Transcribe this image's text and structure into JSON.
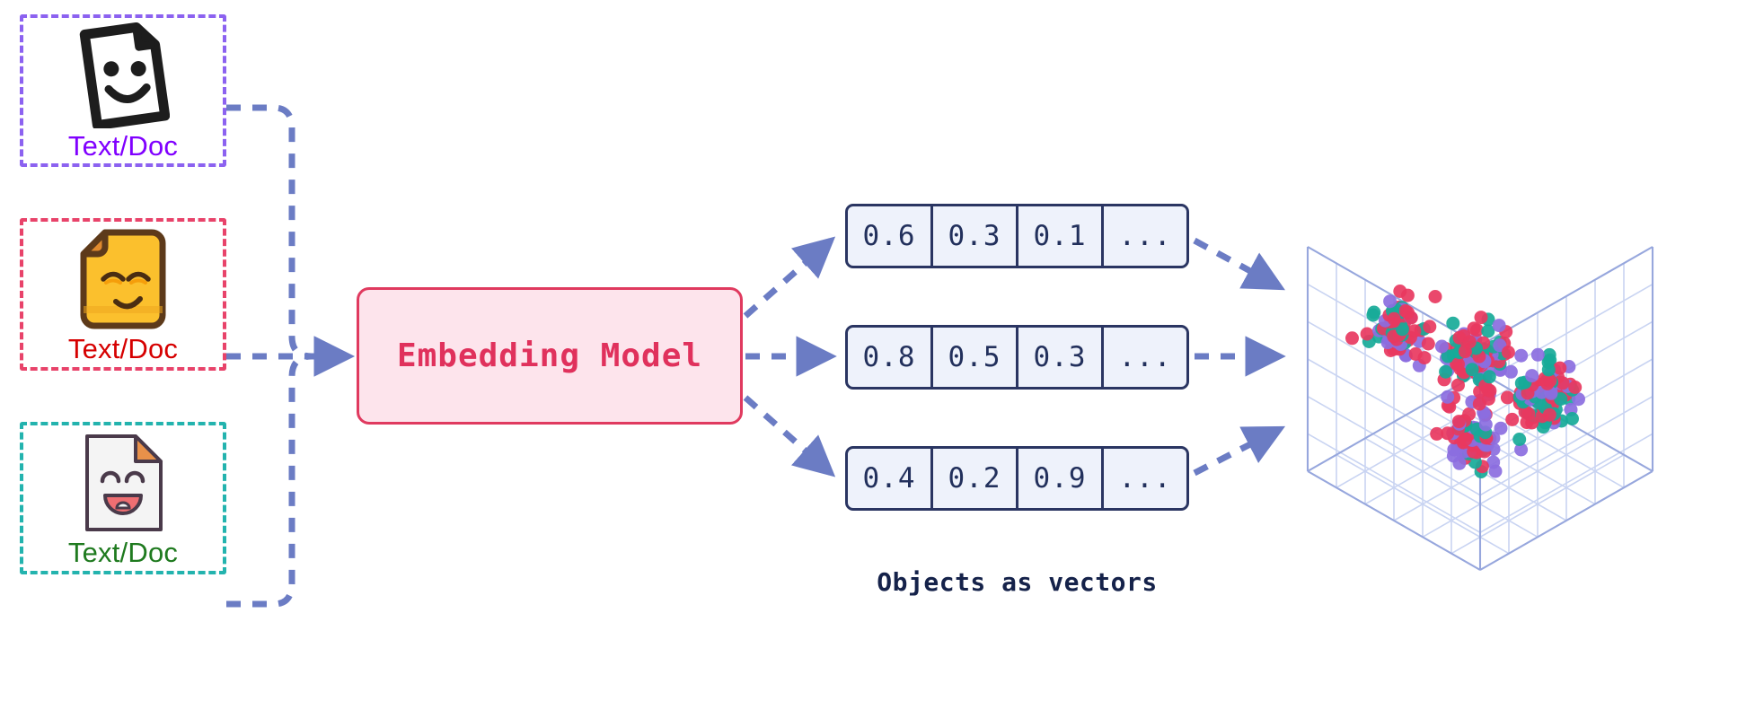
{
  "sources": {
    "items": [
      {
        "label": "Text/Doc",
        "icon": "smiley-document-icon",
        "border_color": "#8c62f0",
        "label_color": "#8000ff"
      },
      {
        "label": "Text/Doc",
        "icon": "smirking-document-icon",
        "border_color": "#e8436a",
        "label_color": "#d60000"
      },
      {
        "label": "Text/Doc",
        "icon": "laughing-document-icon",
        "border_color": "#23b3ae",
        "label_color": "#1f7a1f"
      }
    ]
  },
  "model": {
    "label": "Embedding Model",
    "fill_color": "#fde4ec",
    "border_color": "#e03a5f",
    "text_color": "#e0315c"
  },
  "vectors": {
    "caption": "Objects as vectors",
    "ellipsis": "...",
    "fill_color": "#eef2fb",
    "border_color": "#2a3562",
    "text_color": "#22305c",
    "rows": [
      {
        "cells": [
          "0.6",
          "0.3",
          "0.1",
          "..."
        ]
      },
      {
        "cells": [
          "0.8",
          "0.5",
          "0.3",
          "..."
        ]
      },
      {
        "cells": [
          "0.4",
          "0.2",
          "0.9",
          "..."
        ]
      }
    ]
  },
  "connectors": {
    "color": "#6b7cc4",
    "style": "dashed",
    "description": "dashed arrows from documents to embedding model, from model to vectors, and from vectors to vector space"
  },
  "chart_data": {
    "type": "scatter",
    "title": "",
    "projection": "3d-cube",
    "grid": true,
    "legend_position": "none",
    "xlabel": "",
    "ylabel": "",
    "zlabel": "",
    "xlim": [
      0,
      1
    ],
    "ylim": [
      0,
      1
    ],
    "zlim": [
      0,
      1
    ],
    "grid_color": "#c9d4f2",
    "axis_color": "#8a9ad4",
    "series": [
      {
        "name": "cluster-crimson",
        "color": "#e8385f",
        "count": 170
      },
      {
        "name": "cluster-teal",
        "color": "#17aa98",
        "count": 95
      },
      {
        "name": "cluster-purple",
        "color": "#8b6ee0",
        "count": 100
      }
    ]
  }
}
